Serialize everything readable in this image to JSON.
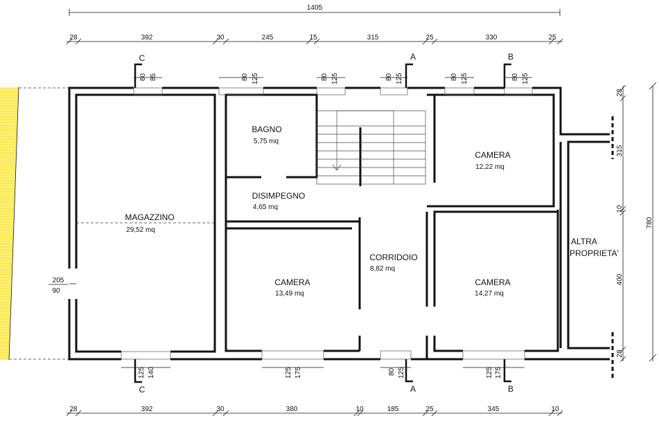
{
  "overall": {
    "width": "1405",
    "height": "780"
  },
  "dims_top": [
    "28",
    "392",
    "30",
    "245",
    "15",
    "315",
    "25",
    "330",
    "25"
  ],
  "dims_bottom": [
    "28",
    "392",
    "30",
    "380",
    "10",
    "185",
    "25",
    "345",
    "10"
  ],
  "dims_right": [
    "28",
    "315",
    "10",
    "400",
    "28"
  ],
  "openings_top": [
    [
      "60",
      "85"
    ],
    [
      "80",
      "125"
    ],
    [
      "80",
      "125"
    ],
    [
      "80",
      "125"
    ],
    [
      "80",
      "125"
    ],
    [
      "80",
      "125"
    ]
  ],
  "openings_bottom": [
    [
      "125",
      "140"
    ],
    [
      "125",
      "175"
    ],
    [
      "80",
      "125"
    ],
    [
      "125",
      "175"
    ]
  ],
  "door_left": {
    "top": "205",
    "bottom": "90"
  },
  "sections": {
    "c": "C",
    "a": "A",
    "b": "B"
  },
  "rooms": [
    {
      "name": "MAGAZZINO",
      "area": "29,52 mq"
    },
    {
      "name": "BAGNO",
      "area": "5,75 mq"
    },
    {
      "name": "DISIMPEGNO",
      "area": "4,65 mq"
    },
    {
      "name": "CAMERA",
      "area": "12,22 mq"
    },
    {
      "name": "CORRIDOIO",
      "area": "8,82 mq"
    },
    {
      "name": "CAMERA",
      "area": "13,49 mq"
    },
    {
      "name": "CAMERA",
      "area": "14,27 mq"
    }
  ],
  "neighbor": {
    "line1": "ALTRA",
    "line2": "PROPRIETA'"
  }
}
